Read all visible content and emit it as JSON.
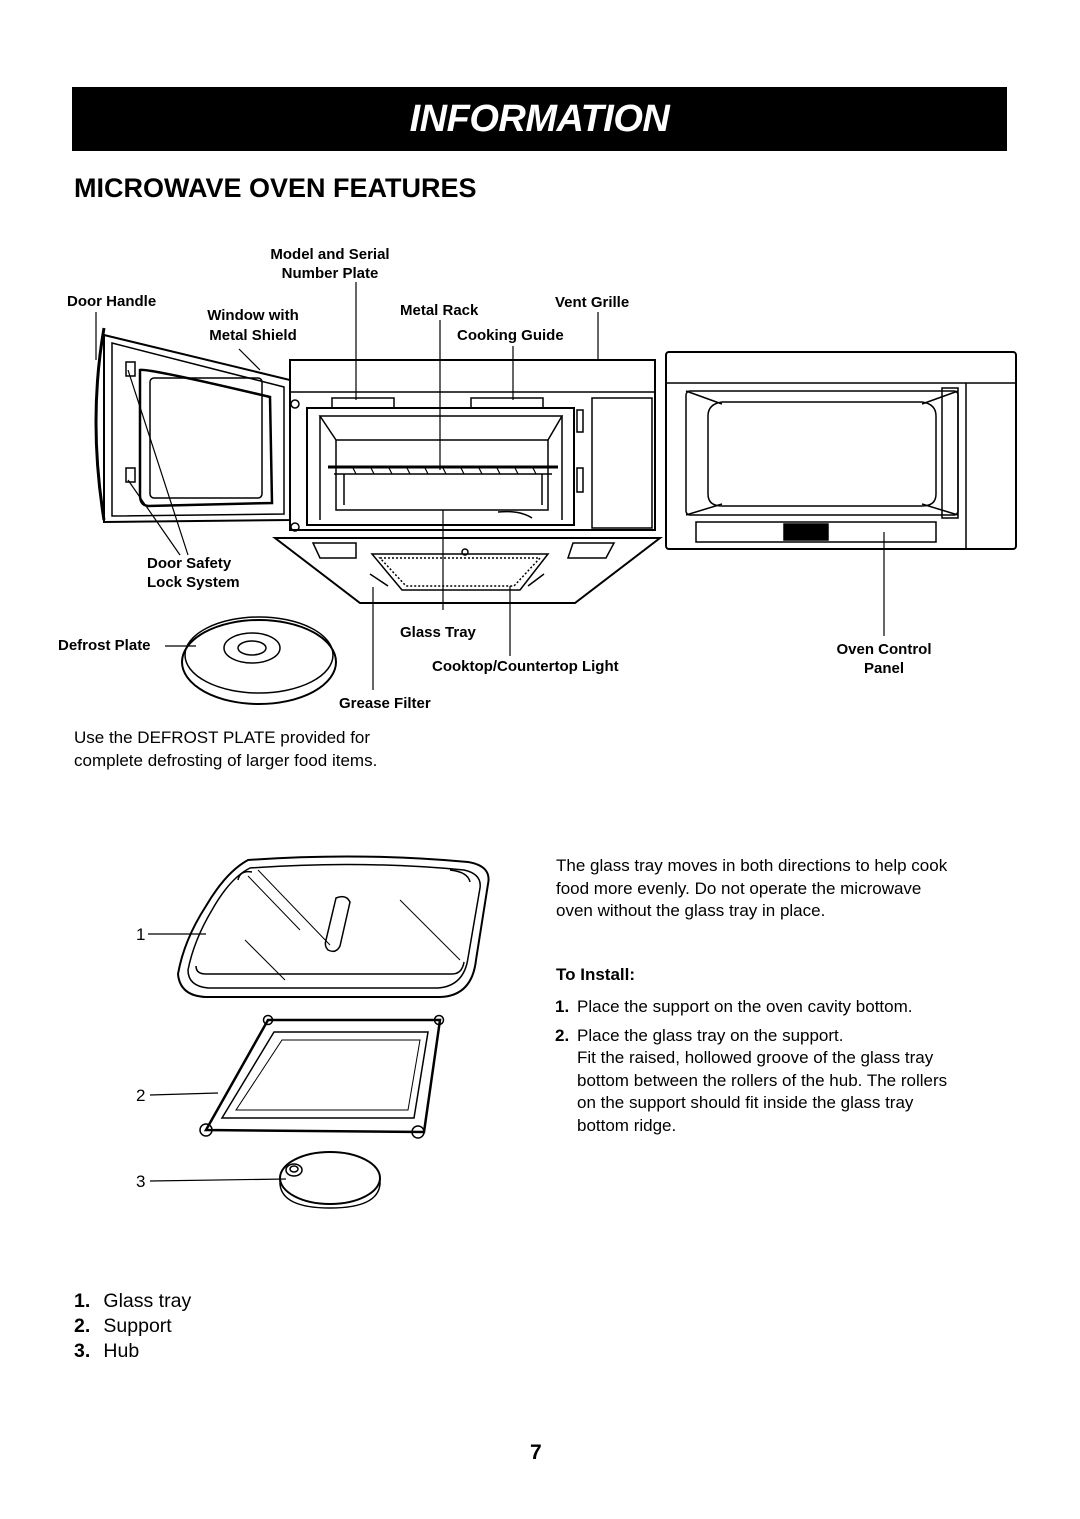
{
  "header": {
    "banner": "INFORMATION",
    "section_title": "MICROWAVE OVEN FEATURES"
  },
  "labels": {
    "model_serial_1": "Model and Serial",
    "model_serial_2": "Number Plate",
    "door_handle": "Door Handle",
    "window_1": "Window with",
    "window_2": "Metal Shield",
    "metal_rack": "Metal Rack",
    "vent_grille": "Vent Grille",
    "cooking_guide": "Cooking Guide",
    "door_safety_1": "Door Safety",
    "door_safety_2": "Lock System",
    "defrost_plate": "Defrost Plate",
    "glass_tray": "Glass Tray",
    "cooktop_light": "Cooktop/Countertop Light",
    "oven_control_1": "Oven Control",
    "oven_control_2": "Panel",
    "grease_filter": "Grease Filter"
  },
  "defrost_note": {
    "line1": "Use the DEFROST PLATE provided for",
    "line2": "complete defrosting of larger food items."
  },
  "figure_numbers": [
    "1",
    "2",
    "3"
  ],
  "tray_text": {
    "line1": "The glass tray moves in both directions to help cook",
    "line2": "food more evenly. Do not operate the microwave",
    "line3": "oven without the glass tray in place."
  },
  "install": {
    "heading": "To Install:",
    "step1_num": "1.",
    "step1": "Place the support on the oven cavity bottom.",
    "step2_num": "2.",
    "step2_lines": [
      "Place the glass tray on the support.",
      "Fit the raised, hollowed groove of the glass tray",
      "bottom between the rollers of the hub. The rollers",
      "on the support should fit inside the glass tray",
      "bottom ridge."
    ]
  },
  "legend": [
    {
      "num": "1.",
      "text": "Glass tray"
    },
    {
      "num": "2.",
      "text": "Support"
    },
    {
      "num": "3.",
      "text": "Hub"
    }
  ],
  "page_number": "7"
}
